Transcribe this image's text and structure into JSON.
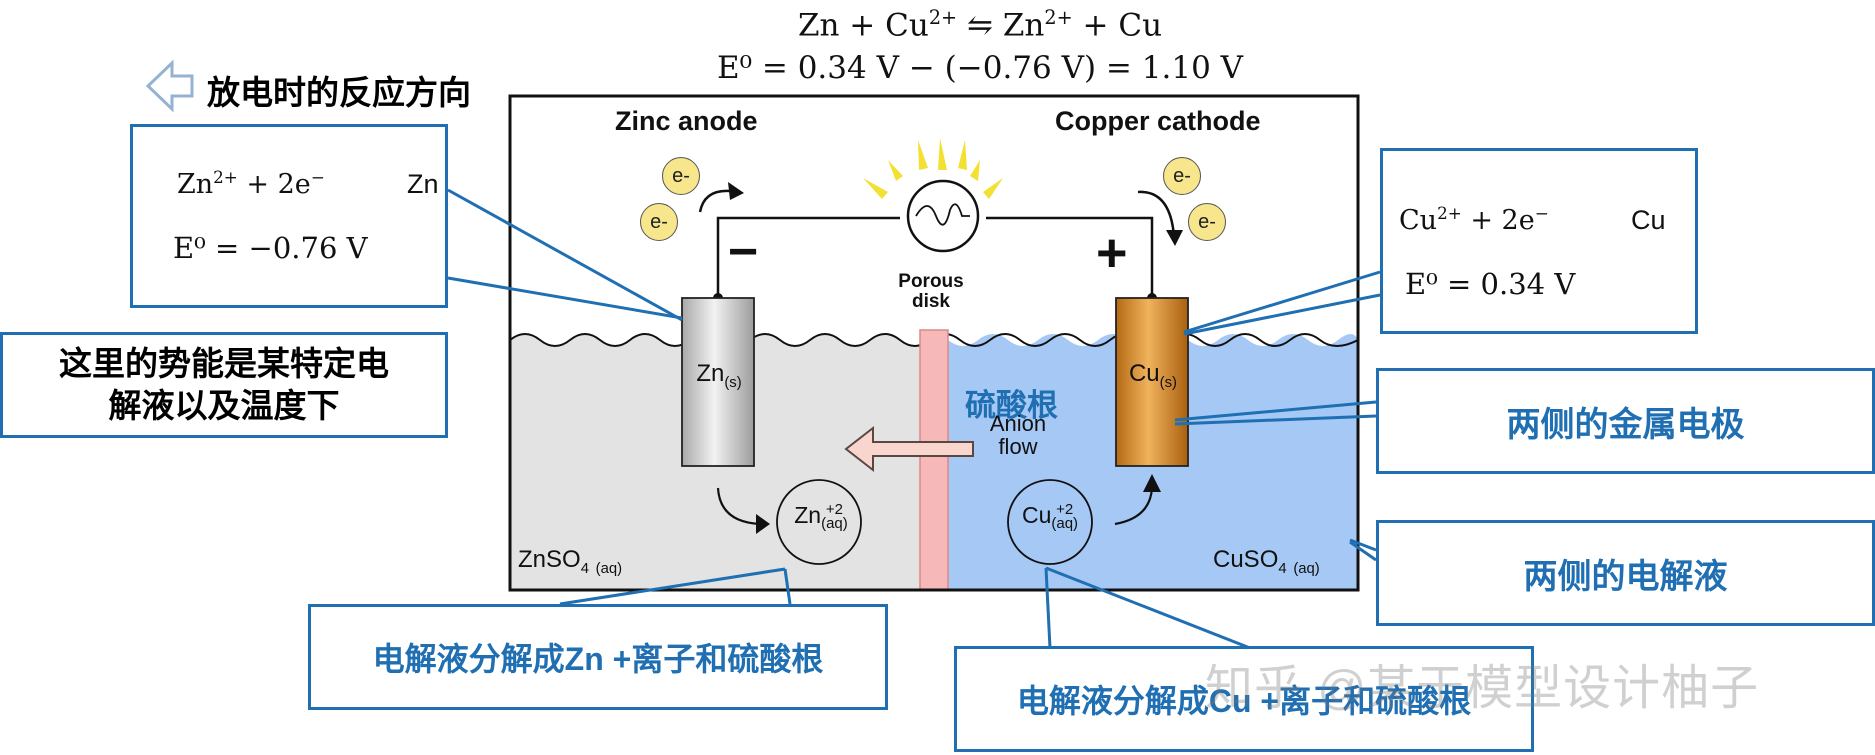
{
  "equation_top": {
    "line1_left": "Zn + Cu",
    "line1_charge1": "2+",
    "line1_arrow": "⇋",
    "line1_mid": "Zn",
    "line1_charge2": "2+",
    "line1_right": "+ Cu",
    "line2": "E⁰ = 0.34 V − (−0.76 V) = 1.10 V"
  },
  "legend_arrow_text": "放电时的反应方向",
  "labels": {
    "zinc_anode": "Zinc anode",
    "copper_cathode": "Copper cathode",
    "porous_disk": "Porous\ndisk",
    "anion_flow": "Anion\nflow",
    "sulfate_cn": "硫酸根",
    "minus": "−",
    "plus": "+",
    "electron": "e-",
    "zn_electrode": "Zn",
    "zn_electrode_state": "(s)",
    "cu_electrode": "Cu",
    "cu_electrode_state": "(s)",
    "zn_ion": "Zn",
    "zn_ion_charge": "+2",
    "zn_ion_state": "(aq)",
    "cu_ion": "Cu",
    "cu_ion_charge": "+2",
    "cu_ion_state": "(aq)",
    "znso4": "ZnSO",
    "znso4_sub": "4",
    "znso4_state": "(aq)",
    "cuso4": "CuSO",
    "cuso4_sub": "4",
    "cuso4_state": "(aq)"
  },
  "anode_box": {
    "reaction_left": "Zn",
    "reaction_charge": "2+",
    "reaction_mid": "+ 2e",
    "reaction_electron_sup": "−",
    "reaction_right": "Zn",
    "potential": "E⁰ = −0.76 V"
  },
  "cathode_box": {
    "reaction_left": "Cu",
    "reaction_charge": "2+",
    "reaction_mid": "+ 2e",
    "reaction_electron_sup": "−",
    "reaction_right": "Cu",
    "potential": "E⁰ = 0.34 V"
  },
  "callouts": {
    "potential_note": "这里的势能是某特定电\n解液以及温度下",
    "electrodes": "两侧的金属电极",
    "electrolytes": "两侧的电解液",
    "zn_split": "电解液分解成Zn +离子和硫酸根",
    "cu_split": "电解液分解成Cu +离子和硫酸根"
  },
  "watermark": "知乎 @某于模型设计柚子",
  "colors": {
    "callout_border": "#1f6fb2",
    "callout_text": "#1f6fb2",
    "left_solution": "#e3e3e3",
    "right_solution": "#a5c8f5",
    "porous_disk": "#f6b8b8",
    "zinc": "#c8c8c8",
    "copper": "#d78a2a",
    "electron_fill": "#f7e68c",
    "spark": "#f2e032"
  }
}
